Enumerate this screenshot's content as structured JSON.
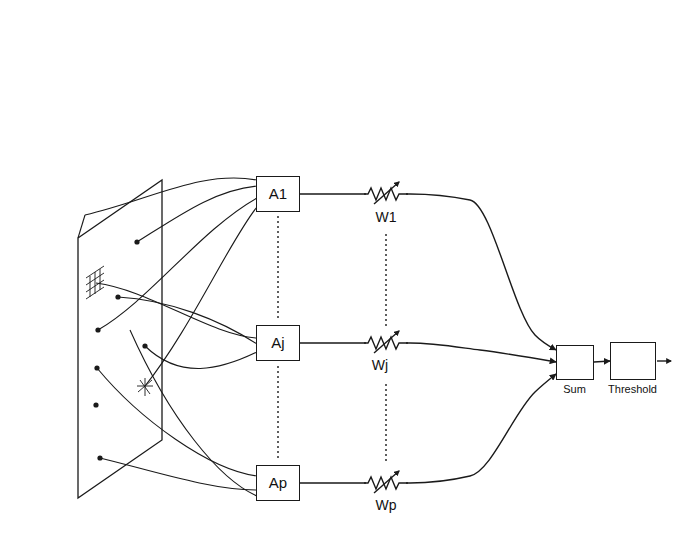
{
  "diagram": {
    "nodes": [
      {
        "text": [
          "A1"
        ]
      },
      {
        "text": [
          "Aj"
        ]
      },
      {
        "text": [
          "Ap"
        ]
      },
      {
        "text": [
          "Sum"
        ]
      },
      {
        "text": [
          "Threshold"
        ]
      }
    ],
    "edges": [
      {
        "from": 0,
        "to": 3,
        "arrow": "to",
        "label": "W1"
      },
      {
        "from": 1,
        "to": 3,
        "arrow": "to",
        "label": "Wj"
      },
      {
        "from": 2,
        "to": 3,
        "arrow": "to",
        "label": "Wp"
      },
      {
        "from": 3,
        "to": 4,
        "arrow": "to"
      }
    ]
  }
}
